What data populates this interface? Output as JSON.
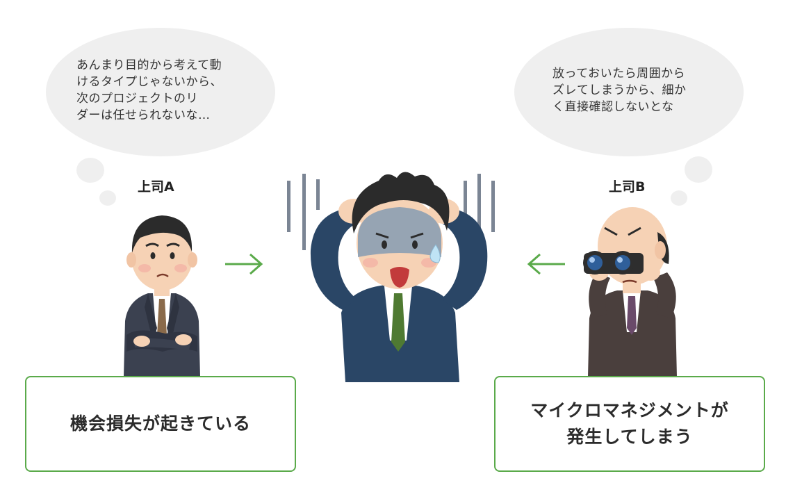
{
  "left": {
    "thought_lines": [
      "あんまり目的から考えて動",
      "けるタイプじゃないから、",
      "次のプロジェクトのリ",
      "ダーは任せられないな…"
    ],
    "label": "上司A",
    "outcome_lines": [
      "機会損失が起きている"
    ]
  },
  "right": {
    "thought_lines": [
      "放っておいたら周囲から",
      "ズレてしまうから、細か",
      "く直接確認しないとな"
    ],
    "label": "上司B",
    "outcome_lines": [
      "マイクロマネジメントが",
      "発生してしまう"
    ]
  },
  "colors": {
    "accent_green": "#5aaa4a",
    "bubble_gray": "#efefef"
  },
  "icons": {
    "left_boss": "worried-boss-arms-crossed",
    "center": "stressed-employee-holding-head",
    "right_boss": "boss-with-binoculars",
    "arrow_left_to_center": "right-arrow-icon",
    "arrow_right_to_center": "left-arrow-icon"
  }
}
